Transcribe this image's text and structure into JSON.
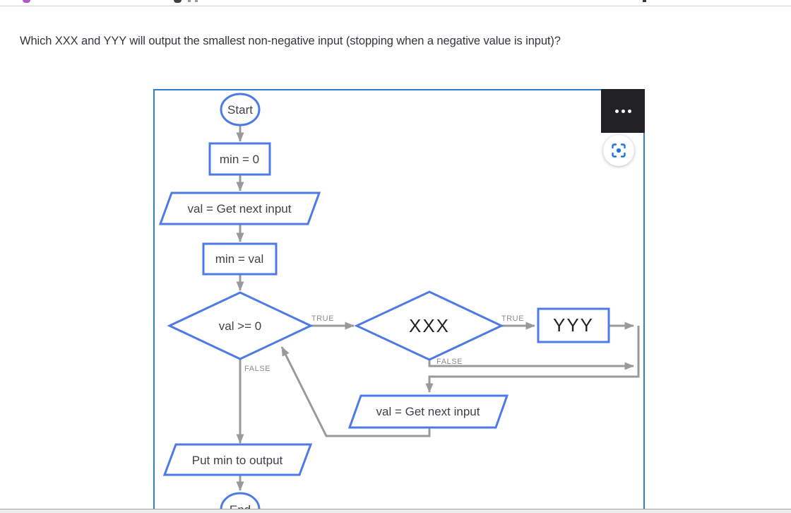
{
  "question": {
    "text": "Which XXX and YYY will output the smallest non-negative input (stopping when a negative value is input)?"
  },
  "figure": {
    "toolbar": {
      "menu_icon": "more-options-ellipsis",
      "scan_icon": "viewfinder-scan"
    },
    "flowchart": {
      "nodes": {
        "start": "Start",
        "init": "min = 0",
        "input1": "val = Get next input",
        "assign": "min = val",
        "decision1": "val >= 0",
        "decision2": "XXX",
        "process_true": "YYY",
        "input2": "val = Get next input",
        "output": "Put min to output",
        "end": "End"
      },
      "edges": {
        "decision1_true": "TRUE",
        "decision1_false": "FALSE",
        "decision2_true": "TRUE",
        "decision2_false": "FALSE"
      }
    }
  },
  "colors": {
    "shape_stroke": "#4d7ae4",
    "figure_border": "#2e7ecf",
    "arrow_gray": "#9a9a9a",
    "edge_label_gray": "#878c90",
    "scan_icon_blue": "#1a73e8",
    "menu_bg": "#222226",
    "header_fragment_purple": "#b059c8"
  }
}
